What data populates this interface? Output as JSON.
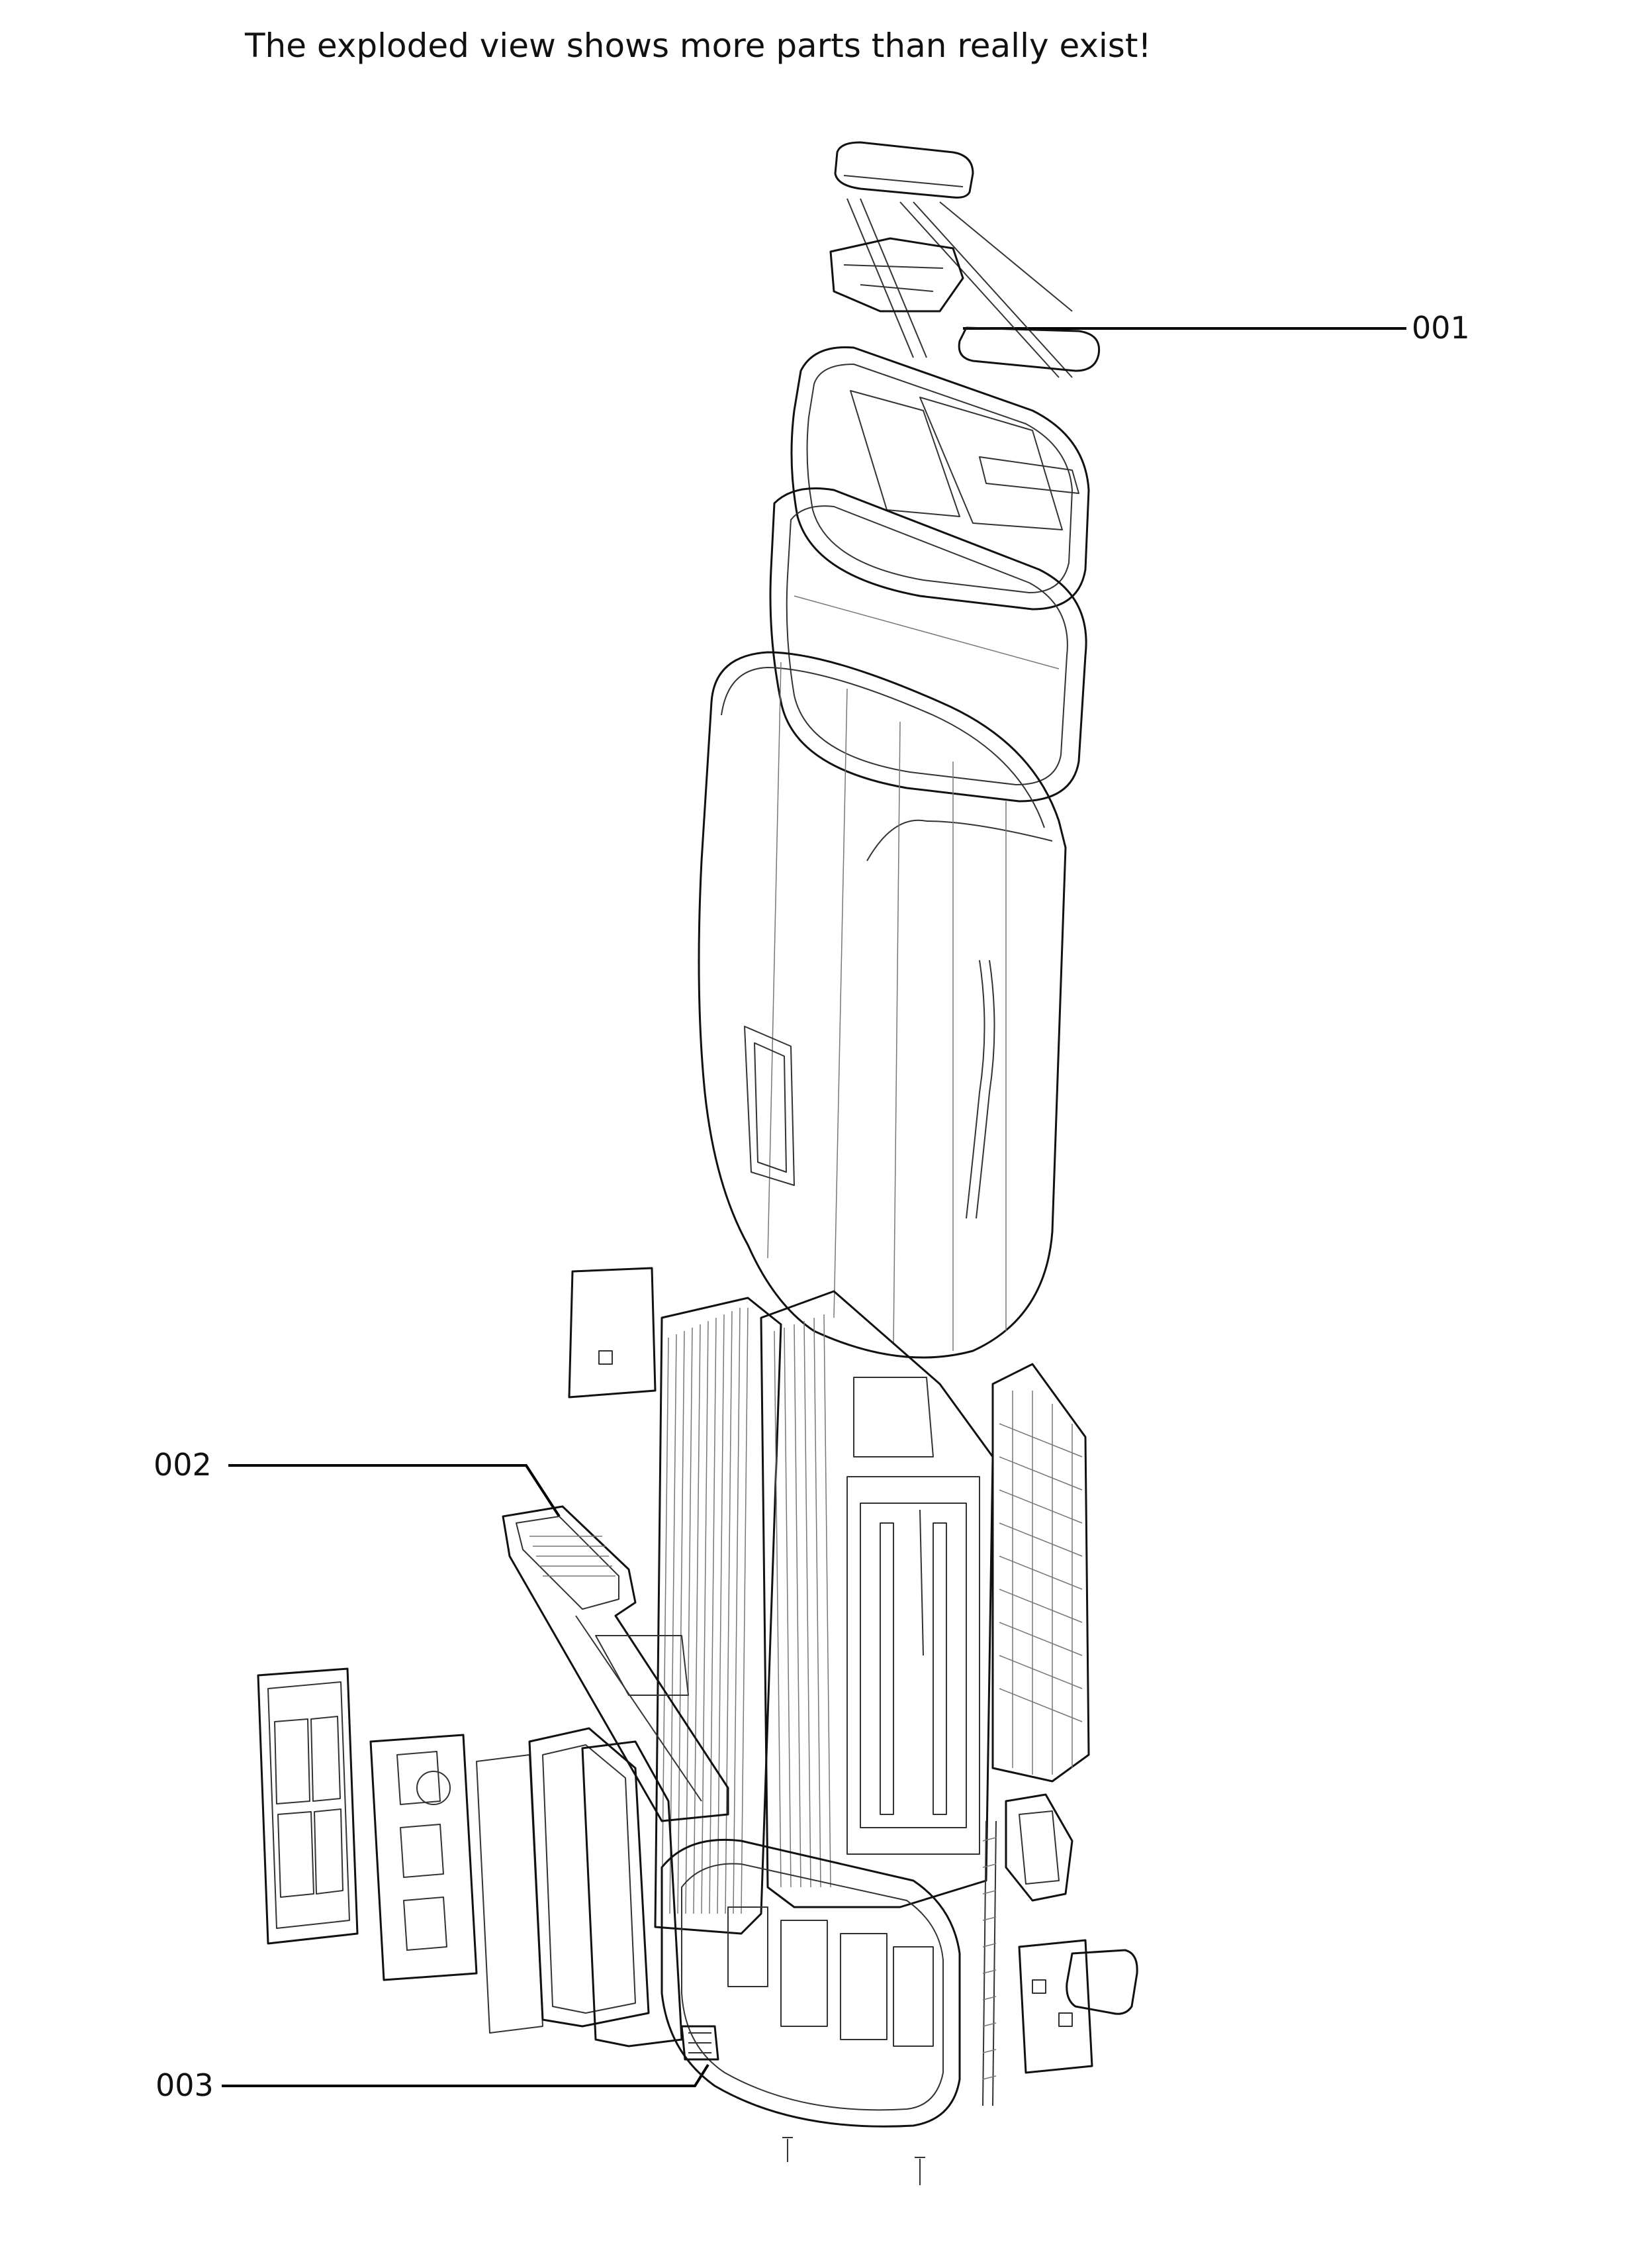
{
  "caption": "The exploded view shows more parts than really exist!",
  "callouts": [
    {
      "id": "001"
    },
    {
      "id": "002"
    },
    {
      "id": "003"
    }
  ]
}
